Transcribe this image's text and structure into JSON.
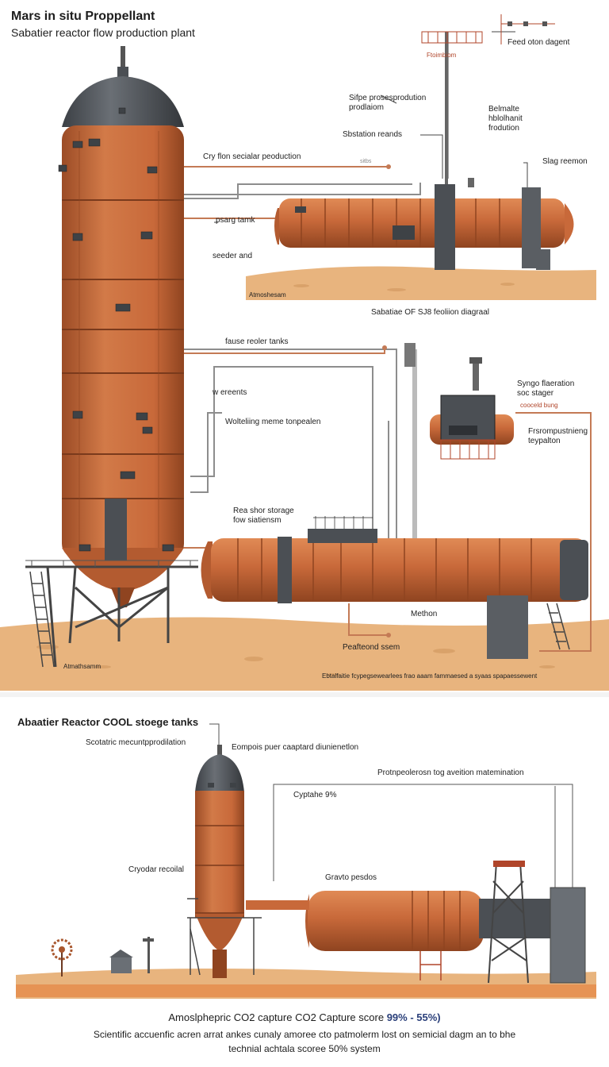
{
  "header": {
    "title": "Mars in situ Proppellant",
    "subtitle": "Sabatier reactor flow production plant"
  },
  "top_panel": {
    "labels": {
      "tag_top": "Ftoimbiom",
      "feed_diagram": "Feed oton dagent",
      "propellant_production": "Sifpe prosesprodution\nprodlaiom",
      "reactor_reads": "Sbstation reands",
      "methane_production": "Belmalte\nhblolhanit\nfrodution",
      "slag": "Slag reemon",
      "cryo_production": "Cry flon secialar peoduction",
      "pipe_tag": "sitbs",
      "pump_tank": "psarg tamk",
      "reactor_and": "seeder and",
      "ground_tag": "Atmoshesam",
      "diagram_title": "Sabatiae OF SJ8 feoliion diagraal",
      "fuse_tanks": "fause reoler tanks",
      "vent": "w ereents",
      "welding": "Wolteliing meme tonpealen",
      "syngas": "Syngo flaeration\nsoc stager",
      "cooling": "cooceld bung",
      "reforming": "Frsrompustnieng\nteypalton",
      "storage": "Rea shor storage\nfow siatiensm",
      "methane": "Methon",
      "processing": "Peafteond ssem",
      "ground_left": "Atmathsamm",
      "ground_caption": "Ebtalfaitie fcypegsewearlees frao aaam fammaesed a syaas spapaessewent"
    },
    "colors": {
      "tank": "#c8693a",
      "tank_dark": "#9c4c26",
      "cap": "#4b4f54",
      "sand": "#e8b47e",
      "pipe": "#c47a55"
    }
  },
  "bottom_panel": {
    "section_title": "Abaatier Reactor COOL stoege tanks",
    "labels": {
      "reactor_production": "Scotatric mecuntpprodilation",
      "capture": "Eompois puer caaptard diunienetlon",
      "propellant_formation": "Protnpeolerosn tog aveition matemination",
      "capture_pct": "Cyptahe 9%",
      "cryo": "Cryodar recoilal",
      "gravity": "Gravto pesdos"
    },
    "footer": {
      "line1_prefix": "Amoslphepric CO2 capture CO2 Capture score ",
      "line1_highlight": "99% - 55%)",
      "line2": "Scientific accuenfic acren arrat ankes cunaly amoree cto patmolerm lost on semicial dagm an to bhe",
      "line3": "technial achtala scoree 50% system"
    }
  }
}
